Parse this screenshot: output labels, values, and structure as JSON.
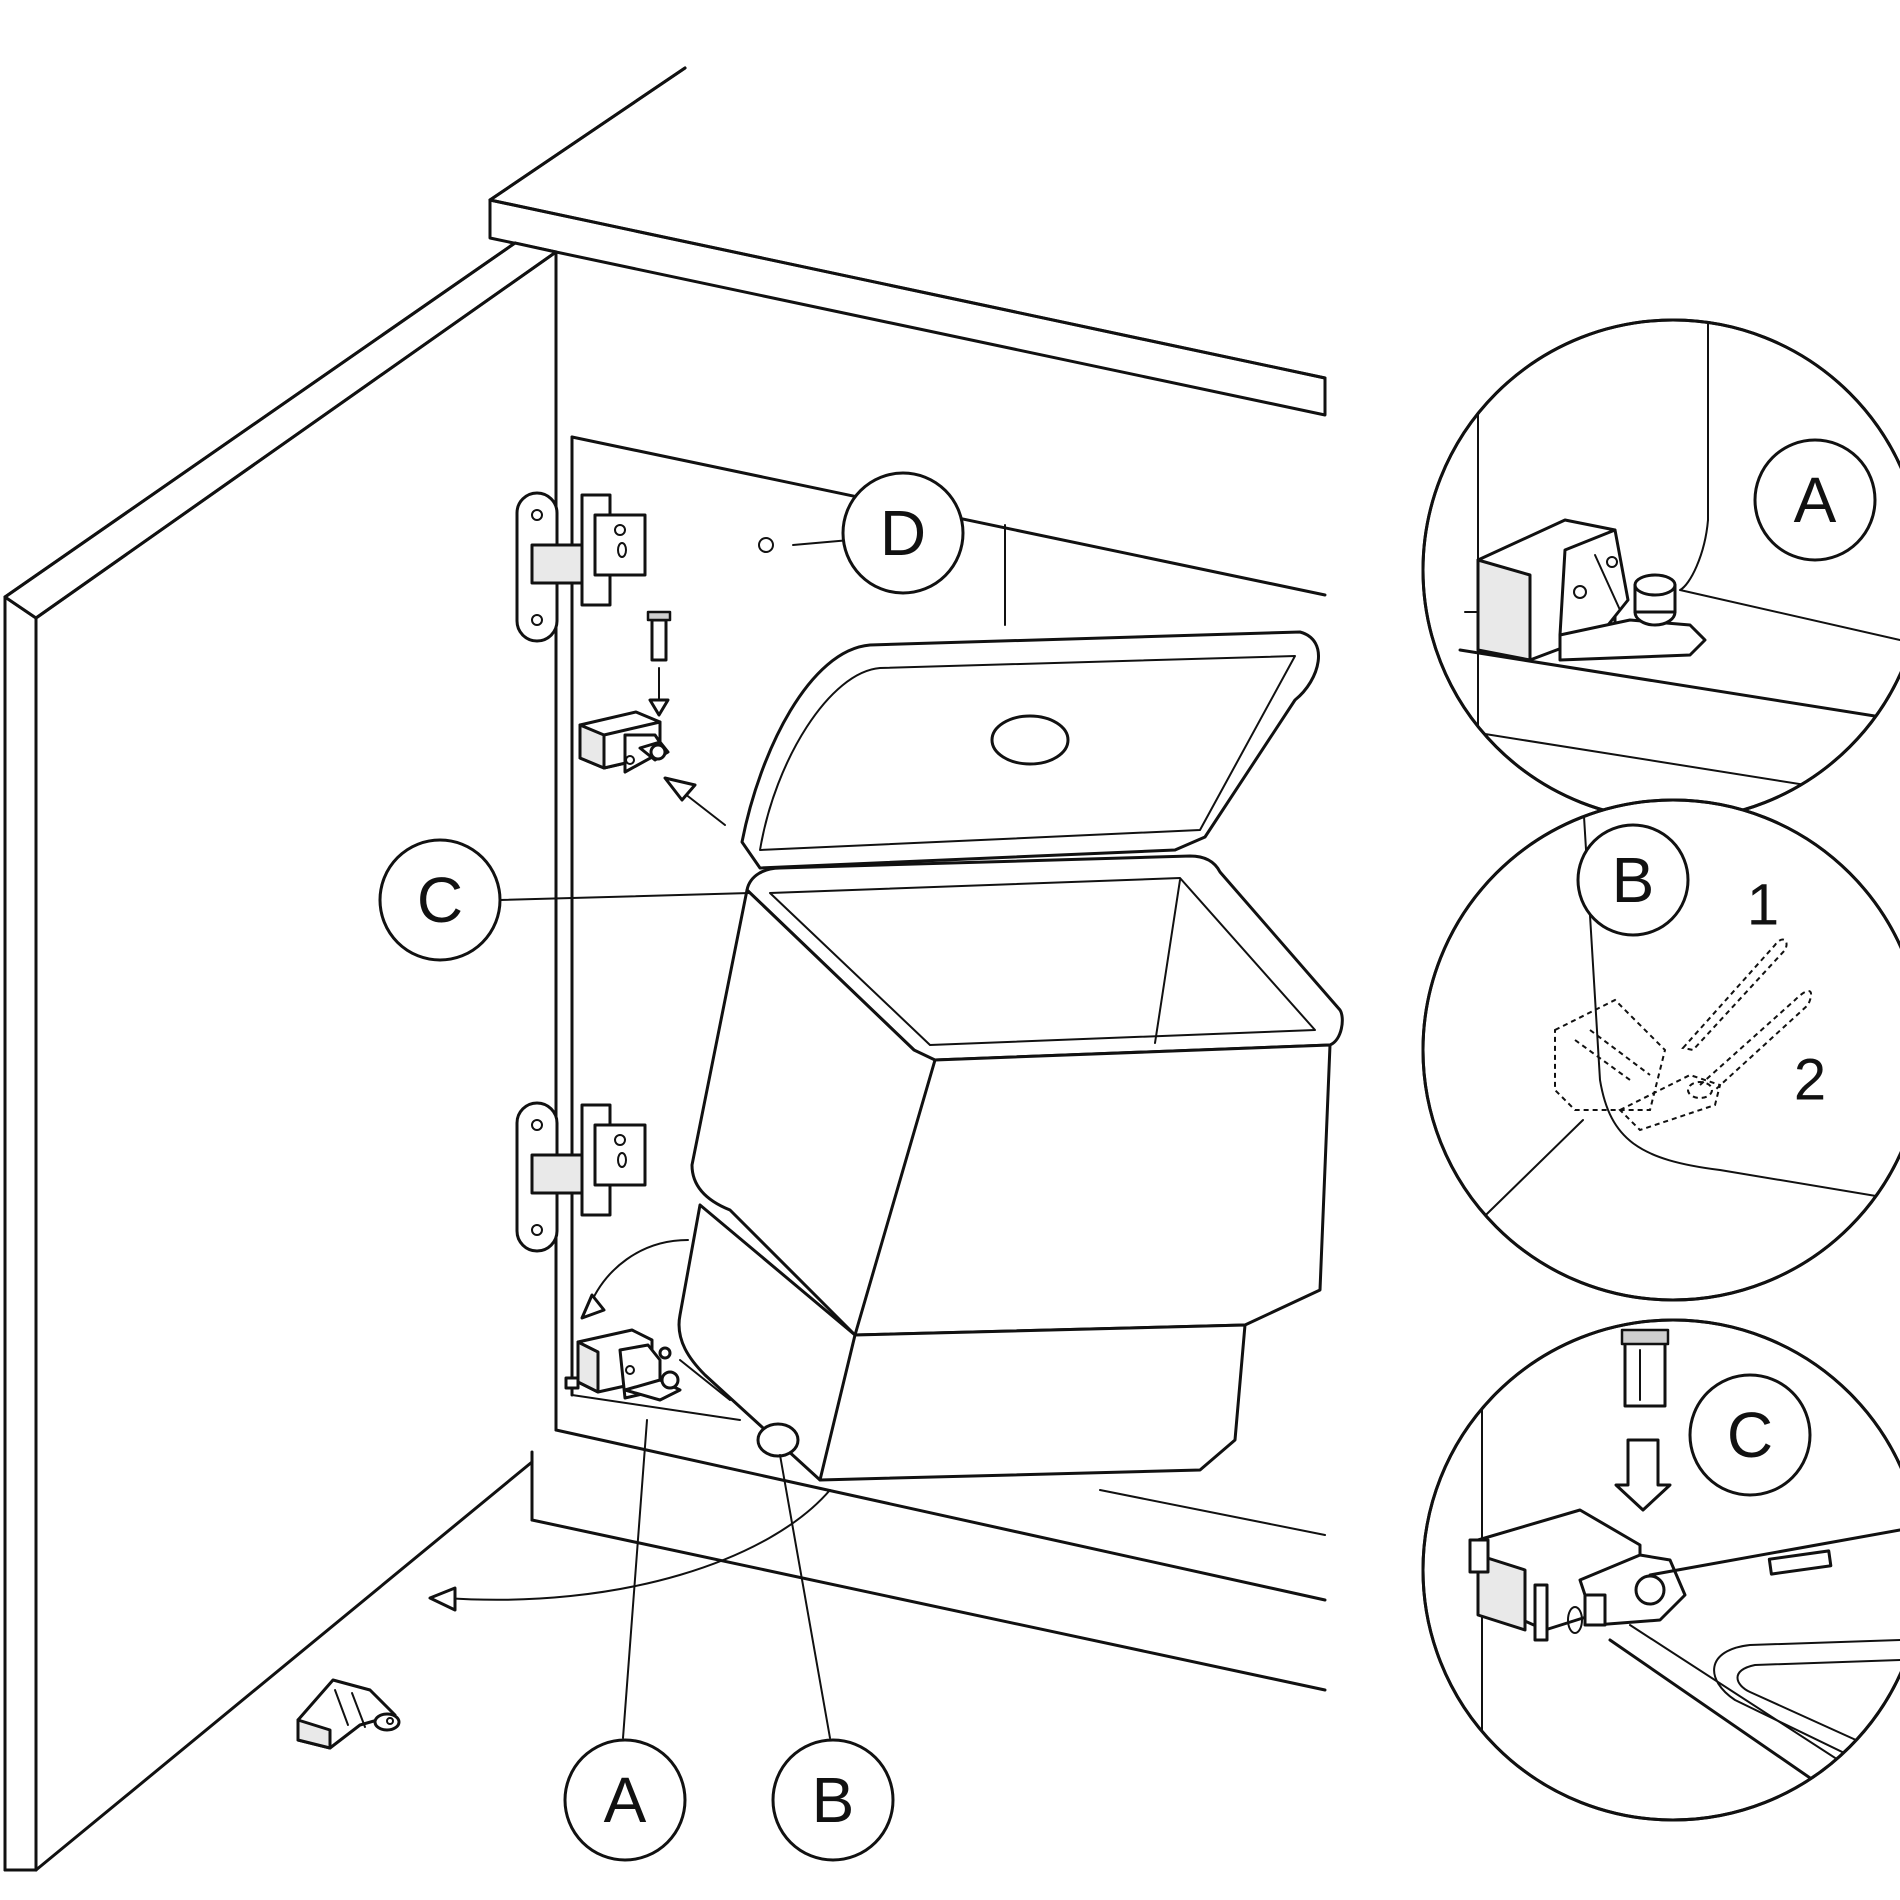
{
  "diagram": {
    "type": "assembly-instruction",
    "subject": "door-mounted waste bin installation in under-sink cabinet"
  },
  "main_callouts": {
    "a": "A",
    "b": "B",
    "c": "C",
    "d": "D"
  },
  "detail_a": {
    "label": "A"
  },
  "detail_b": {
    "label": "B",
    "step_1": "1",
    "step_2": "2"
  },
  "detail_c": {
    "label": "C"
  },
  "colors": {
    "line": "#111111",
    "background": "#ffffff",
    "shade": "#e9e9e9"
  }
}
